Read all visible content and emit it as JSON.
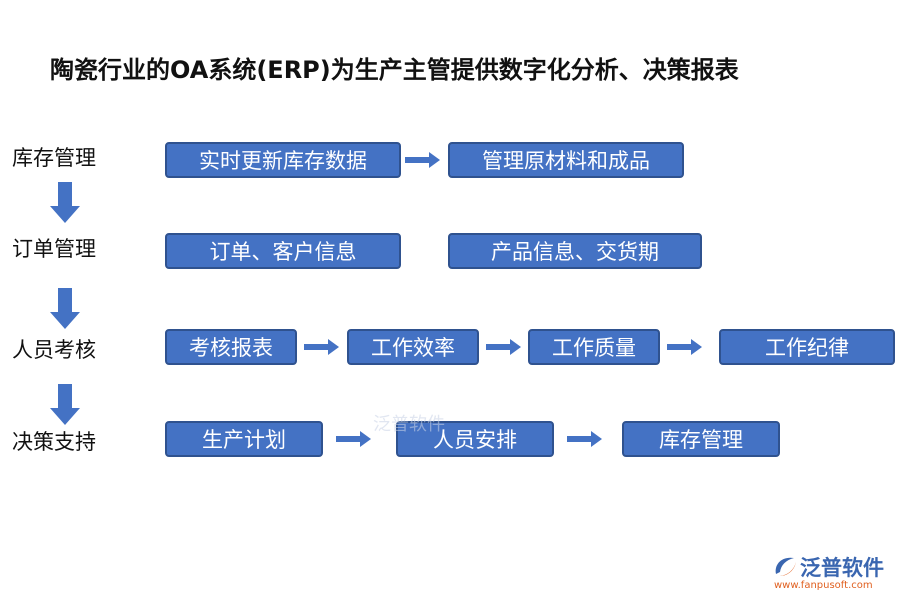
{
  "title": "陶瓷行业的OA系统(ERP)为生产主管提供数字化分析、决策报表",
  "categories": [
    "库存管理",
    "订单管理",
    "人员考核",
    "决策支持"
  ],
  "rows": [
    [
      "实时更新库存数据",
      "管理原材料和成品"
    ],
    [
      "订单、客户信息",
      "产品信息、交货期"
    ],
    [
      "考核报表",
      "工作效率",
      "工作质量",
      "工作纪律"
    ],
    [
      "生产计划",
      "人员安排",
      "库存管理"
    ]
  ],
  "watermark": "泛普软件",
  "logo": {
    "name": "泛普软件",
    "url": "www.fanpusoft.com"
  },
  "colors": {
    "box_fill": "#4472c4",
    "box_border": "#2f528f",
    "arrow": "#4472c4"
  }
}
